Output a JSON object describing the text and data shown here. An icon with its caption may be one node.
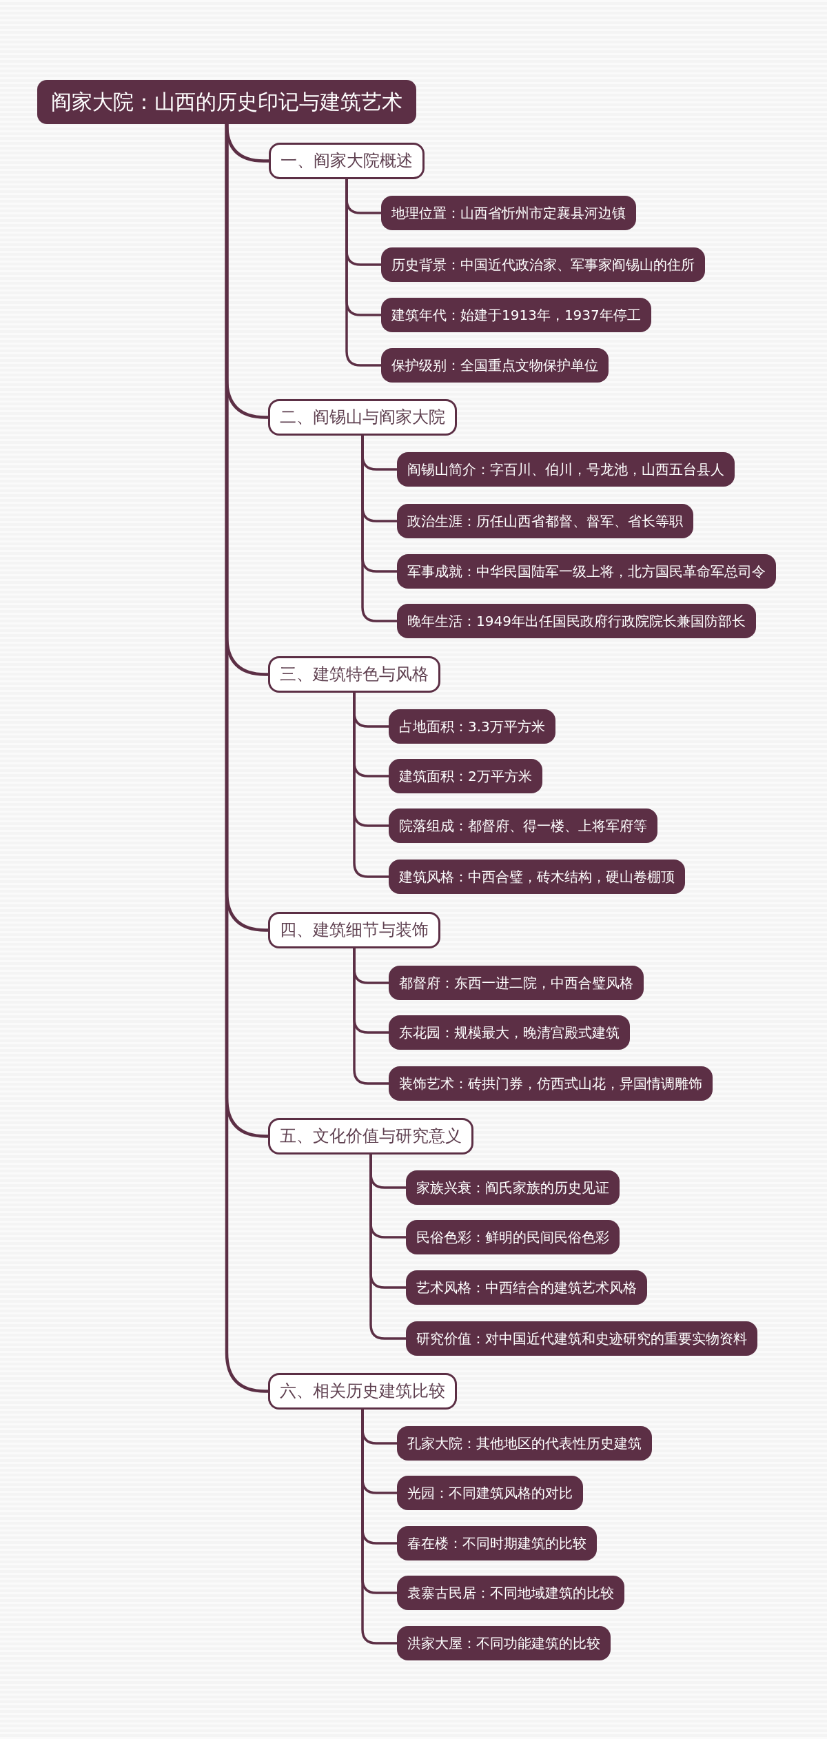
{
  "diagram": {
    "nodes": [
      {
        "text": [
          "阎家大院：山西的历史印记与建筑艺术"
        ]
      },
      {
        "text": [
          "一、阎家大院概述"
        ]
      },
      {
        "text": [
          "地理位置：山西省忻州市定襄县河边镇"
        ]
      },
      {
        "text": [
          "历史背景：中国近代政治家、军事家阎锡山的住所"
        ]
      },
      {
        "text": [
          "建筑年代：始建于1913年，1937年停工"
        ]
      },
      {
        "text": [
          "保护级别：全国重点文物保护单位"
        ]
      },
      {
        "text": [
          "二、阎锡山与阎家大院"
        ]
      },
      {
        "text": [
          "阎锡山简介：字百川、伯川，号龙池，山西五台县人"
        ]
      },
      {
        "text": [
          "政治生涯：历任山西省都督、督军、省长等职"
        ]
      },
      {
        "text": [
          "军事成就：中华民国陆军一级上将，北方国民革命军总司令"
        ]
      },
      {
        "text": [
          "晚年生活：1949年出任国民政府行政院院长兼国防部长"
        ]
      },
      {
        "text": [
          "三、建筑特色与风格"
        ]
      },
      {
        "text": [
          "占地面积：3.3万平方米"
        ]
      },
      {
        "text": [
          "建筑面积：2万平方米"
        ]
      },
      {
        "text": [
          "院落组成：都督府、得一楼、上将军府等"
        ]
      },
      {
        "text": [
          "建筑风格：中西合璧，砖木结构，硬山卷棚顶"
        ]
      },
      {
        "text": [
          "四、建筑细节与装饰"
        ]
      },
      {
        "text": [
          "都督府：东西一进二院，中西合璧风格"
        ]
      },
      {
        "text": [
          "东花园：规模最大，晚清宫殿式建筑"
        ]
      },
      {
        "text": [
          "装饰艺术：砖拱门券，仿西式山花，异国情调雕饰"
        ]
      },
      {
        "text": [
          "五、文化价值与研究意义"
        ]
      },
      {
        "text": [
          "家族兴衰：阎氏家族的历史见证"
        ]
      },
      {
        "text": [
          "民俗色彩：鲜明的民间民俗色彩"
        ]
      },
      {
        "text": [
          "艺术风格：中西结合的建筑艺术风格"
        ]
      },
      {
        "text": [
          "研究价值：对中国近代建筑和史迹研究的重要实物资料"
        ]
      },
      {
        "text": [
          "六、相关历史建筑比较"
        ]
      },
      {
        "text": [
          "孔家大院：其他地区的代表性历史建筑"
        ]
      },
      {
        "text": [
          "光园：不同建筑风格的对比"
        ]
      },
      {
        "text": [
          "春在楼：不同时期建筑的比较"
        ]
      },
      {
        "text": [
          "袁寨古民居：不同地域建筑的比较"
        ]
      },
      {
        "text": [
          "洪家大屋：不同功能建筑的比较"
        ]
      }
    ],
    "edges": [
      {
        "from": 0,
        "to": 1,
        "arrow": "none"
      },
      {
        "from": 1,
        "to": 2,
        "arrow": "none"
      },
      {
        "from": 1,
        "to": 3,
        "arrow": "none"
      },
      {
        "from": 1,
        "to": 4,
        "arrow": "none"
      },
      {
        "from": 1,
        "to": 5,
        "arrow": "none"
      },
      {
        "from": 0,
        "to": 6,
        "arrow": "none"
      },
      {
        "from": 6,
        "to": 7,
        "arrow": "none"
      },
      {
        "from": 6,
        "to": 8,
        "arrow": "none"
      },
      {
        "from": 6,
        "to": 9,
        "arrow": "none"
      },
      {
        "from": 6,
        "to": 10,
        "arrow": "none"
      },
      {
        "from": 0,
        "to": 11,
        "arrow": "none"
      },
      {
        "from": 11,
        "to": 12,
        "arrow": "none"
      },
      {
        "from": 11,
        "to": 13,
        "arrow": "none"
      },
      {
        "from": 11,
        "to": 14,
        "arrow": "none"
      },
      {
        "from": 11,
        "to": 15,
        "arrow": "none"
      },
      {
        "from": 0,
        "to": 16,
        "arrow": "none"
      },
      {
        "from": 16,
        "to": 17,
        "arrow": "none"
      },
      {
        "from": 16,
        "to": 18,
        "arrow": "none"
      },
      {
        "from": 16,
        "to": 19,
        "arrow": "none"
      },
      {
        "from": 0,
        "to": 20,
        "arrow": "none"
      },
      {
        "from": 20,
        "to": 21,
        "arrow": "none"
      },
      {
        "from": 20,
        "to": 22,
        "arrow": "none"
      },
      {
        "from": 20,
        "to": 23,
        "arrow": "none"
      },
      {
        "from": 20,
        "to": 24,
        "arrow": "none"
      },
      {
        "from": 0,
        "to": 25,
        "arrow": "none"
      },
      {
        "from": 25,
        "to": 26,
        "arrow": "none"
      },
      {
        "from": 25,
        "to": 27,
        "arrow": "none"
      },
      {
        "from": 25,
        "to": 28,
        "arrow": "none"
      },
      {
        "from": 25,
        "to": 29,
        "arrow": "none"
      },
      {
        "from": 25,
        "to": 30,
        "arrow": "none"
      }
    ]
  }
}
